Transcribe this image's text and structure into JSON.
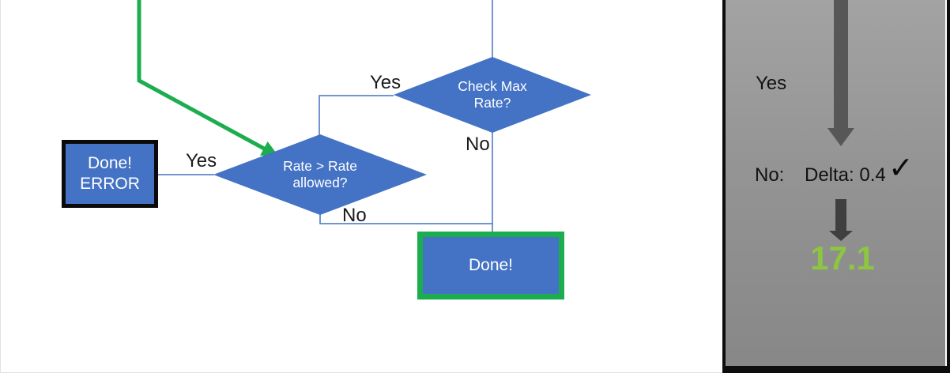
{
  "colors": {
    "shape_blue": "#4472C4",
    "flow_green": "#1CAD4E",
    "result_green": "#8DC63F",
    "big_arrow_gray": "#575757",
    "small_arrow_gray": "#3f3f3f",
    "panel_gray": "#949494",
    "error_border_black": "#0a0a0a"
  },
  "flowchart": {
    "decision_max_rate": {
      "line1": "Check Max",
      "line2": "Rate?"
    },
    "decision_rate_allowed": {
      "line1": "Rate > Rate",
      "line2": "allowed?"
    },
    "error_box": {
      "line1": "Done!",
      "line2": "ERROR"
    },
    "done_box": {
      "label": "Done!"
    },
    "labels": {
      "yes_max_rate": "Yes",
      "no_max_rate": "No",
      "yes_rate_allowed": "Yes",
      "no_rate_allowed": "No"
    }
  },
  "side_panel": {
    "yes_label": "Yes",
    "no_label": "No:",
    "delta_value": "Delta: 0.4",
    "checkmark": "✓",
    "result_value": "17.1"
  }
}
